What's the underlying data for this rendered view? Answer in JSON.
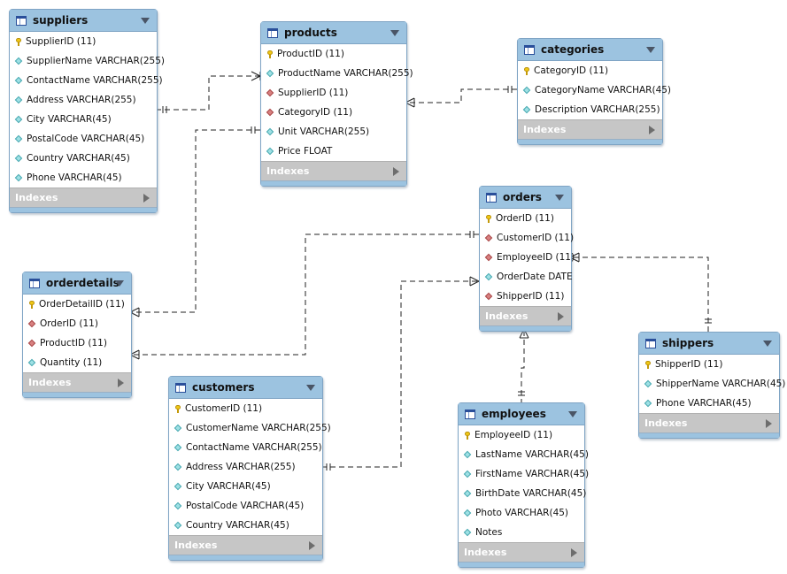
{
  "footer_label": "Indexes",
  "colors": {
    "header": "#9cc3e0",
    "footer": "#c6c6c6",
    "line": "#222222"
  },
  "tables": {
    "suppliers": {
      "name": "suppliers",
      "columns": [
        {
          "kind": "pk",
          "name": "SupplierID",
          "type": "(11)"
        },
        {
          "kind": "col",
          "name": "SupplierName",
          "type": "VARCHAR(255)"
        },
        {
          "kind": "col",
          "name": "ContactName",
          "type": "VARCHAR(255)"
        },
        {
          "kind": "col",
          "name": "Address",
          "type": "VARCHAR(255)"
        },
        {
          "kind": "col",
          "name": "City",
          "type": "VARCHAR(45)"
        },
        {
          "kind": "col",
          "name": "PostalCode",
          "type": "VARCHAR(45)"
        },
        {
          "kind": "col",
          "name": "Country",
          "type": "VARCHAR(45)"
        },
        {
          "kind": "col",
          "name": "Phone",
          "type": "VARCHAR(45)"
        }
      ]
    },
    "products": {
      "name": "products",
      "columns": [
        {
          "kind": "pk",
          "name": "ProductID",
          "type": "(11)"
        },
        {
          "kind": "col",
          "name": "ProductName",
          "type": "VARCHAR(255)"
        },
        {
          "kind": "fk",
          "name": "SupplierID",
          "type": "(11)"
        },
        {
          "kind": "fk",
          "name": "CategoryID",
          "type": "(11)"
        },
        {
          "kind": "col",
          "name": "Unit",
          "type": "VARCHAR(255)"
        },
        {
          "kind": "col",
          "name": "Price",
          "type": "FLOAT"
        }
      ]
    },
    "categories": {
      "name": "categories",
      "columns": [
        {
          "kind": "pk",
          "name": "CategoryID",
          "type": "(11)"
        },
        {
          "kind": "col",
          "name": "CategoryName",
          "type": "VARCHAR(45)"
        },
        {
          "kind": "col",
          "name": "Description",
          "type": "VARCHAR(255)"
        }
      ]
    },
    "orders": {
      "name": "orders",
      "columns": [
        {
          "kind": "pk",
          "name": "OrderID",
          "type": "(11)"
        },
        {
          "kind": "fk",
          "name": "CustomerID",
          "type": "(11)"
        },
        {
          "kind": "fk",
          "name": "EmployeeID",
          "type": "(11)"
        },
        {
          "kind": "col",
          "name": "OrderDate",
          "type": "DATE"
        },
        {
          "kind": "fk",
          "name": "ShipperID",
          "type": "(11)"
        }
      ]
    },
    "orderdetails": {
      "name": "orderdetails",
      "columns": [
        {
          "kind": "pk",
          "name": "OrderDetailID",
          "type": "(11)"
        },
        {
          "kind": "fk",
          "name": "OrderID",
          "type": "(11)"
        },
        {
          "kind": "fk",
          "name": "ProductID",
          "type": "(11)"
        },
        {
          "kind": "col",
          "name": "Quantity",
          "type": "(11)"
        }
      ]
    },
    "customers": {
      "name": "customers",
      "columns": [
        {
          "kind": "pk",
          "name": "CustomerID",
          "type": "(11)"
        },
        {
          "kind": "col",
          "name": "CustomerName",
          "type": "VARCHAR(255)"
        },
        {
          "kind": "col",
          "name": "ContactName",
          "type": "VARCHAR(255)"
        },
        {
          "kind": "col",
          "name": "Address",
          "type": "VARCHAR(255)"
        },
        {
          "kind": "col",
          "name": "City",
          "type": "VARCHAR(45)"
        },
        {
          "kind": "col",
          "name": "PostalCode",
          "type": "VARCHAR(45)"
        },
        {
          "kind": "col",
          "name": "Country",
          "type": "VARCHAR(45)"
        }
      ]
    },
    "employees": {
      "name": "employees",
      "columns": [
        {
          "kind": "pk",
          "name": "EmployeeID",
          "type": "(11)"
        },
        {
          "kind": "col",
          "name": "LastName",
          "type": "VARCHAR(45)"
        },
        {
          "kind": "col",
          "name": "FirstName",
          "type": "VARCHAR(45)"
        },
        {
          "kind": "col",
          "name": "BirthDate",
          "type": "VARCHAR(45)"
        },
        {
          "kind": "col",
          "name": "Photo",
          "type": "VARCHAR(45)"
        },
        {
          "kind": "col",
          "name": "Notes",
          "type": ""
        }
      ]
    },
    "shippers": {
      "name": "shippers",
      "columns": [
        {
          "kind": "pk",
          "name": "ShipperID",
          "type": "(11)"
        },
        {
          "kind": "col",
          "name": "ShipperName",
          "type": "VARCHAR(45)"
        },
        {
          "kind": "col",
          "name": "Phone",
          "type": "VARCHAR(45)"
        }
      ]
    }
  }
}
